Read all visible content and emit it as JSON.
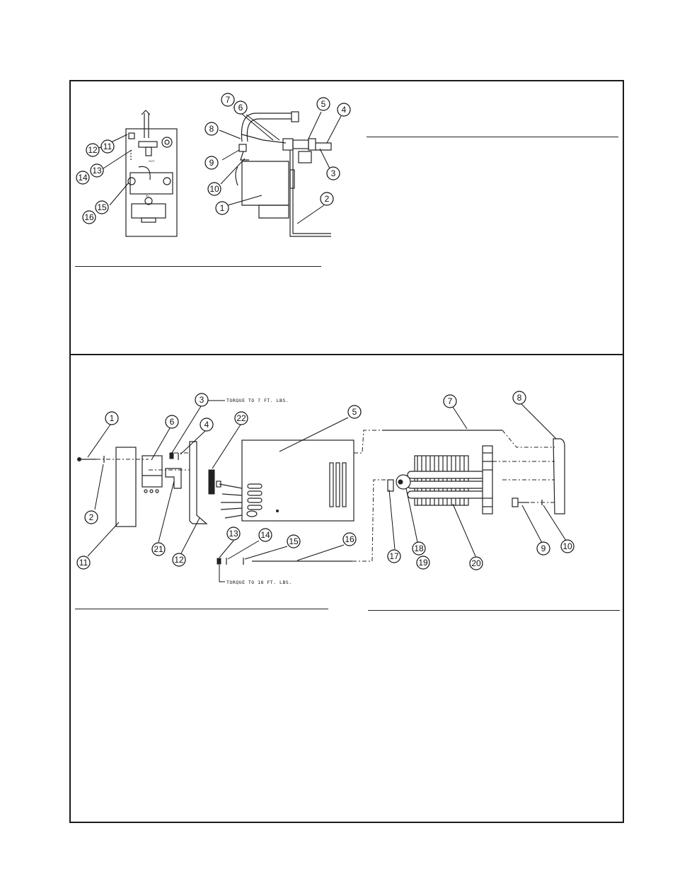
{
  "upper_diagram": {
    "left_view_callouts": [
      "11",
      "12",
      "13",
      "14",
      "15",
      "16"
    ],
    "left_view_labels": {
      "out": "OUT",
      "in": "IN"
    },
    "side_view_callouts": [
      "1",
      "2",
      "3",
      "4",
      "5",
      "6",
      "7",
      "8",
      "9",
      "10"
    ]
  },
  "lower_diagram": {
    "callouts": [
      "1",
      "2",
      "3",
      "4",
      "5",
      "6",
      "7",
      "8",
      "9",
      "10",
      "11",
      "12",
      "13",
      "14",
      "15",
      "16",
      "17",
      "18",
      "19",
      "20",
      "21",
      "22"
    ],
    "notes": {
      "torque_top": "TORQUE TO 7 FT. LBS.",
      "torque_bottom": "TORQUE TO 18 FT. LBS."
    }
  }
}
